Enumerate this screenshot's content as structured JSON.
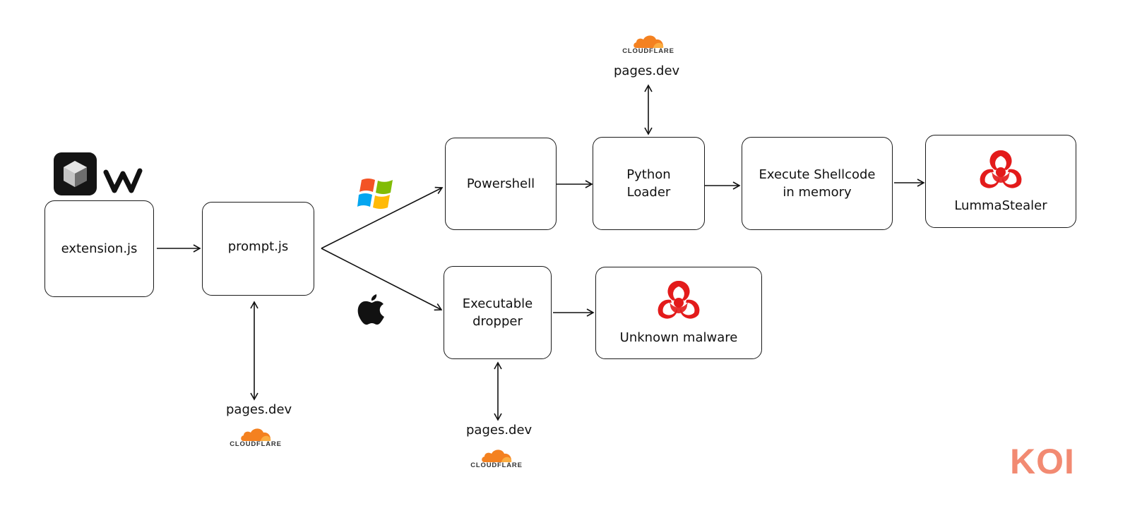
{
  "nodes": {
    "extension": "extension.js",
    "prompt": "prompt.js",
    "powershell": "Powershell",
    "python_loader": "Python\nLoader",
    "execute_shellcode": "Execute Shellcode\nin memory",
    "lumma": "LummaStealer",
    "dropper": "Executable\ndropper",
    "unknown": "Unknown malware"
  },
  "endpoints": {
    "top": "pages.dev",
    "prompt_bottom": "pages.dev",
    "dropper_bottom": "pages.dev"
  },
  "brands": {
    "cloudflare": "CLOUDFLARE",
    "koi": "KOI"
  },
  "icons": {
    "extension_source": [
      "cube-app-icon",
      "w-logo-icon"
    ],
    "windows": "windows-logo-icon",
    "apple": "apple-logo-icon",
    "malware": "biohazard-icon",
    "cloud": "cloudflare-cloud-icon"
  },
  "colors": {
    "biohazard": "#e31b1b",
    "cloudflare": "#f48120",
    "koi": "#f28a72"
  }
}
